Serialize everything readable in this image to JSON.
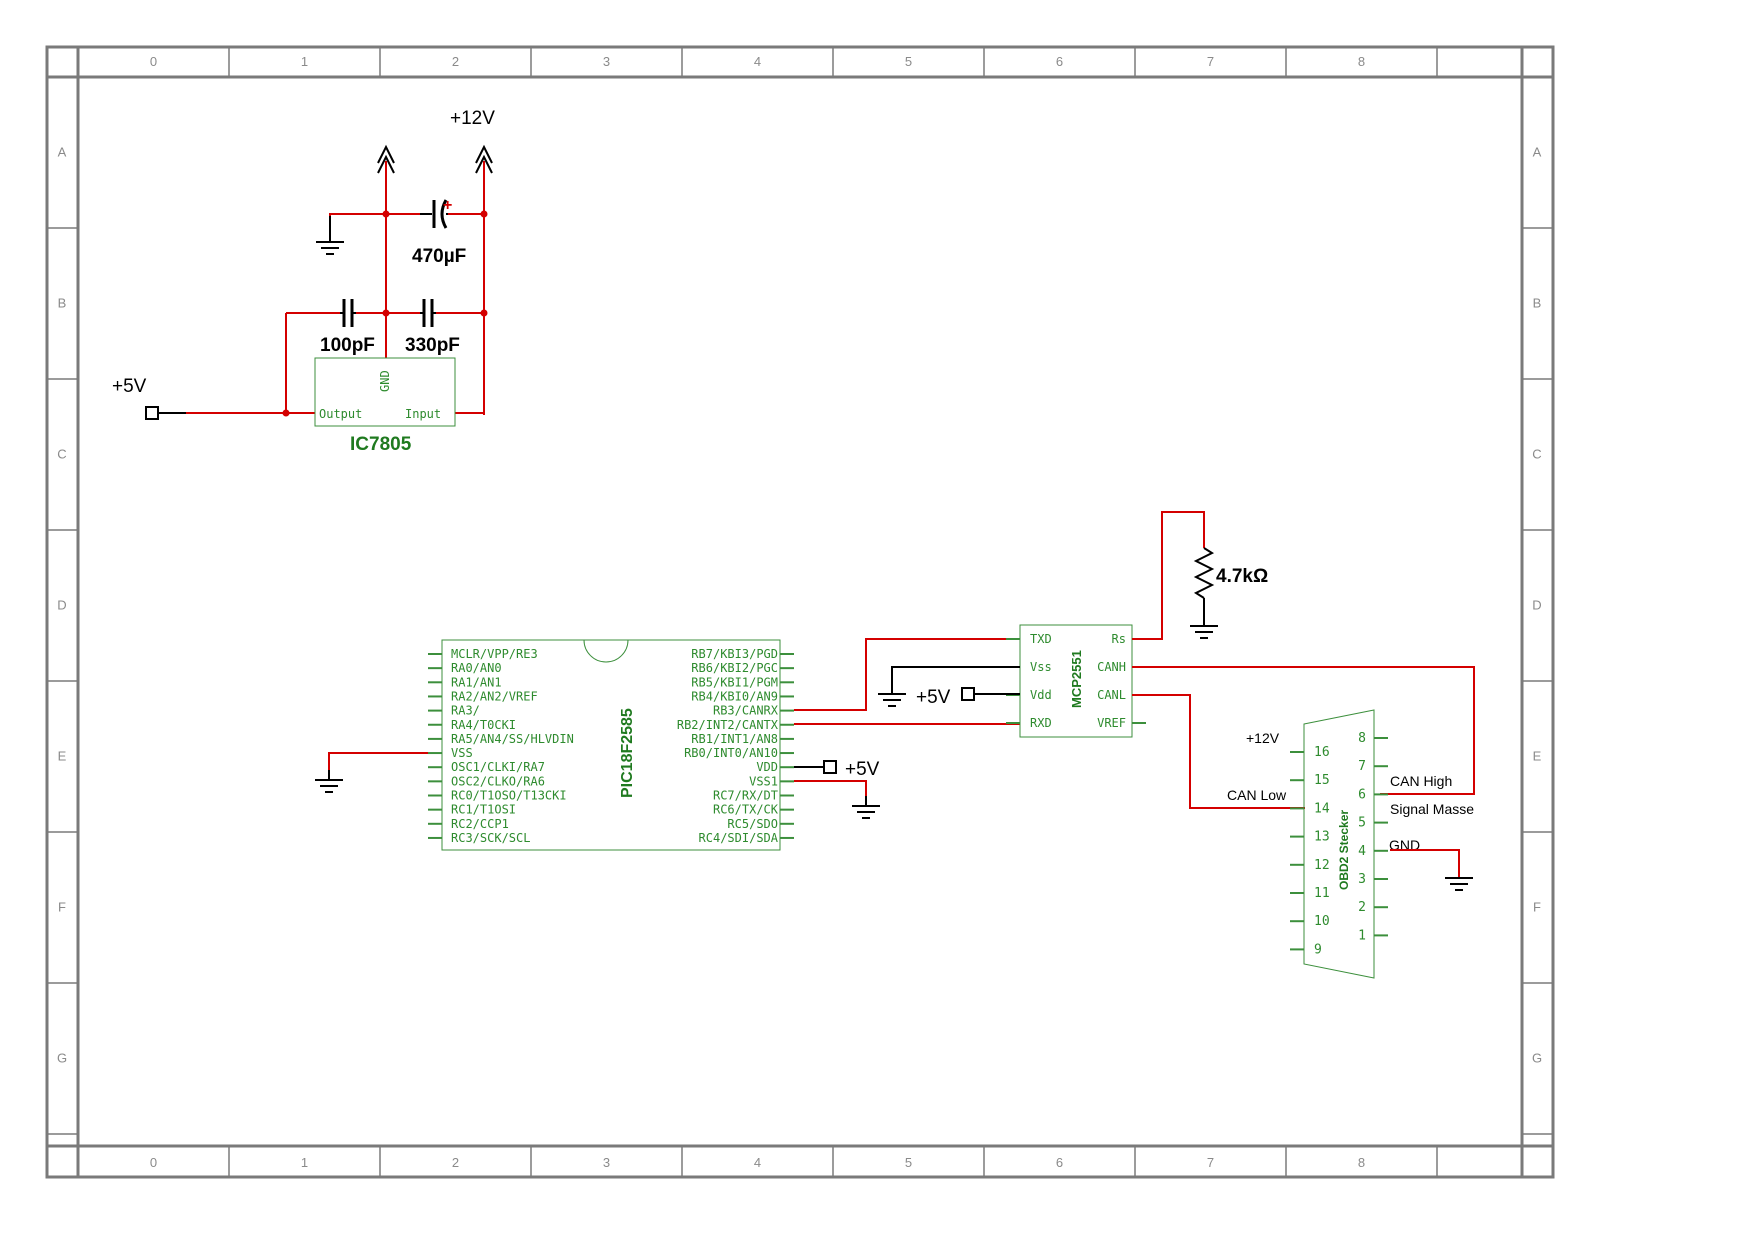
{
  "grid": {
    "columns": [
      "0",
      "1",
      "2",
      "3",
      "4",
      "5",
      "6",
      "7",
      "8"
    ],
    "rows": [
      "A",
      "B",
      "C",
      "D",
      "E",
      "F",
      "G"
    ]
  },
  "power": {
    "vin_12v": "+12V",
    "vout_5v": "+5V",
    "cap_470": "470µF",
    "cap_100": "100pF",
    "cap_330": "330pF",
    "regulator": {
      "name": "IC7805",
      "pin_gnd": "GND",
      "pin_output": "Output",
      "pin_input": "Input"
    }
  },
  "pic": {
    "name": "PIC18F2585",
    "left_pins": [
      "MCLR/VPP/RE3",
      "RA0/AN0",
      "RA1/AN1",
      "RA2/AN2/VREF",
      "RA3/",
      "RA4/T0CKI",
      "RA5/AN4/SS/HLVDIN",
      "VSS",
      "OSC1/CLKI/RA7",
      "OSC2/CLKO/RA6",
      "RC0/T1OSO/T13CKI",
      "RC1/T1OSI",
      "RC2/CCP1",
      "RC3/SCK/SCL"
    ],
    "right_pins": [
      "RB7/KBI3/PGD",
      "RB6/KBI2/PGC",
      "RB5/KBI1/PGM",
      "RB4/KBI0/AN9",
      "RB3/CANRX",
      "RB2/INT2/CANTX",
      "RB1/INT1/AN8",
      "RB0/INT0/AN10",
      "VDD",
      "VSS1",
      "RC7/RX/DT",
      "RC6/TX/CK",
      "RC5/SDO",
      "RC4/SDI/SDA"
    ],
    "vdd_supply": "+5V"
  },
  "transceiver": {
    "name": "MCP2551",
    "left_pins": [
      "TXD",
      "Vss",
      "Vdd",
      "RXD"
    ],
    "right_pins": [
      "Rs",
      "CANH",
      "CANL",
      "VREF"
    ],
    "vdd_supply": "+5V",
    "resistor": "4.7kΩ"
  },
  "connector": {
    "name": "OBD2 Stecker",
    "left_pins": [
      "16",
      "15",
      "14",
      "13",
      "12",
      "11",
      "10",
      "9"
    ],
    "right_pins": [
      "8",
      "7",
      "6",
      "5",
      "4",
      "3",
      "2",
      "1"
    ],
    "label_12v": "+12V",
    "label_can_low": "CAN Low",
    "label_can_high": "CAN High",
    "label_signal_masse": "Signal Masse",
    "label_gnd": "GND"
  }
}
